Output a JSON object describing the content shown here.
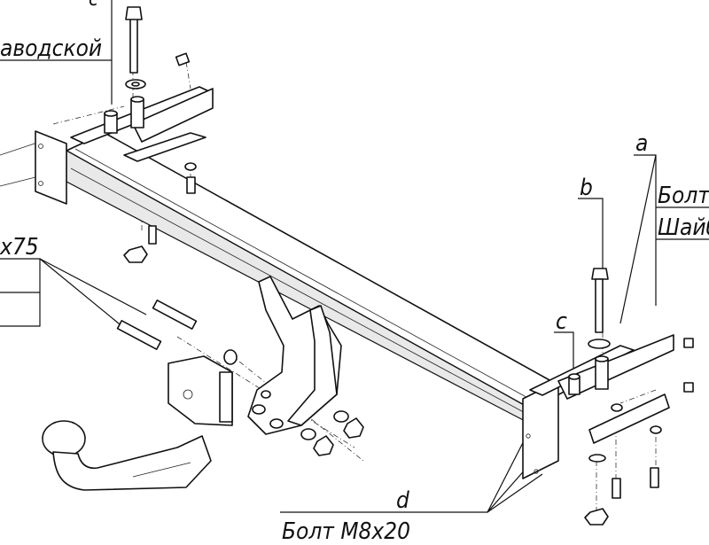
{
  "labels": {
    "top_left_letter": "c",
    "top_left_text": "аводской",
    "left_size_text": "x75",
    "letter_a": "a",
    "letter_b": "b",
    "letter_c": "c",
    "letter_d": "d",
    "right_text_1": "Болт",
    "right_text_2": "Шайб",
    "bottom_text": "Болт M8x20"
  }
}
